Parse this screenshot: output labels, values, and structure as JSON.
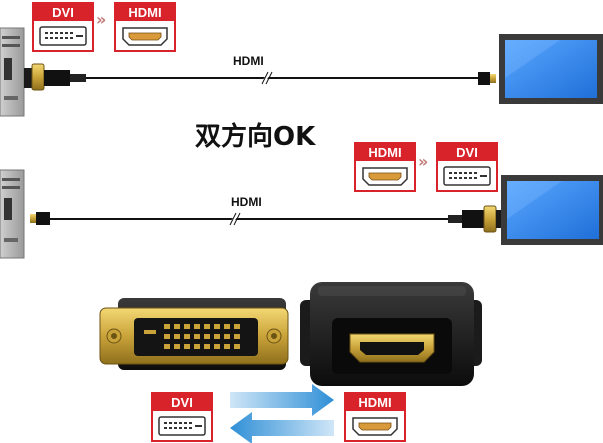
{
  "colors": {
    "brand_red": "#d8232a",
    "chevron": "#c07a78",
    "arrow_blue": "#2f8fd6",
    "screen_blue": "#2f86e8"
  },
  "headline": "双方向OK",
  "top_row": {
    "from_label": "DVI",
    "to_label": "HDMI",
    "cable_label": "HDMI",
    "chevron_glyph": "»"
  },
  "middle_row": {
    "from_label": "HDMI",
    "to_label": "DVI",
    "cable_label": "HDMI",
    "chevron_glyph": "»"
  },
  "bottom_row": {
    "left_label": "DVI",
    "right_label": "HDMI"
  },
  "icons": [
    "pc-tower-icon",
    "monitor-icon",
    "dvi-port-icon",
    "hdmi-port-icon",
    "dvi-plug-icon",
    "hdmi-plug-icon",
    "arrow-right-icon",
    "arrow-left-icon"
  ]
}
